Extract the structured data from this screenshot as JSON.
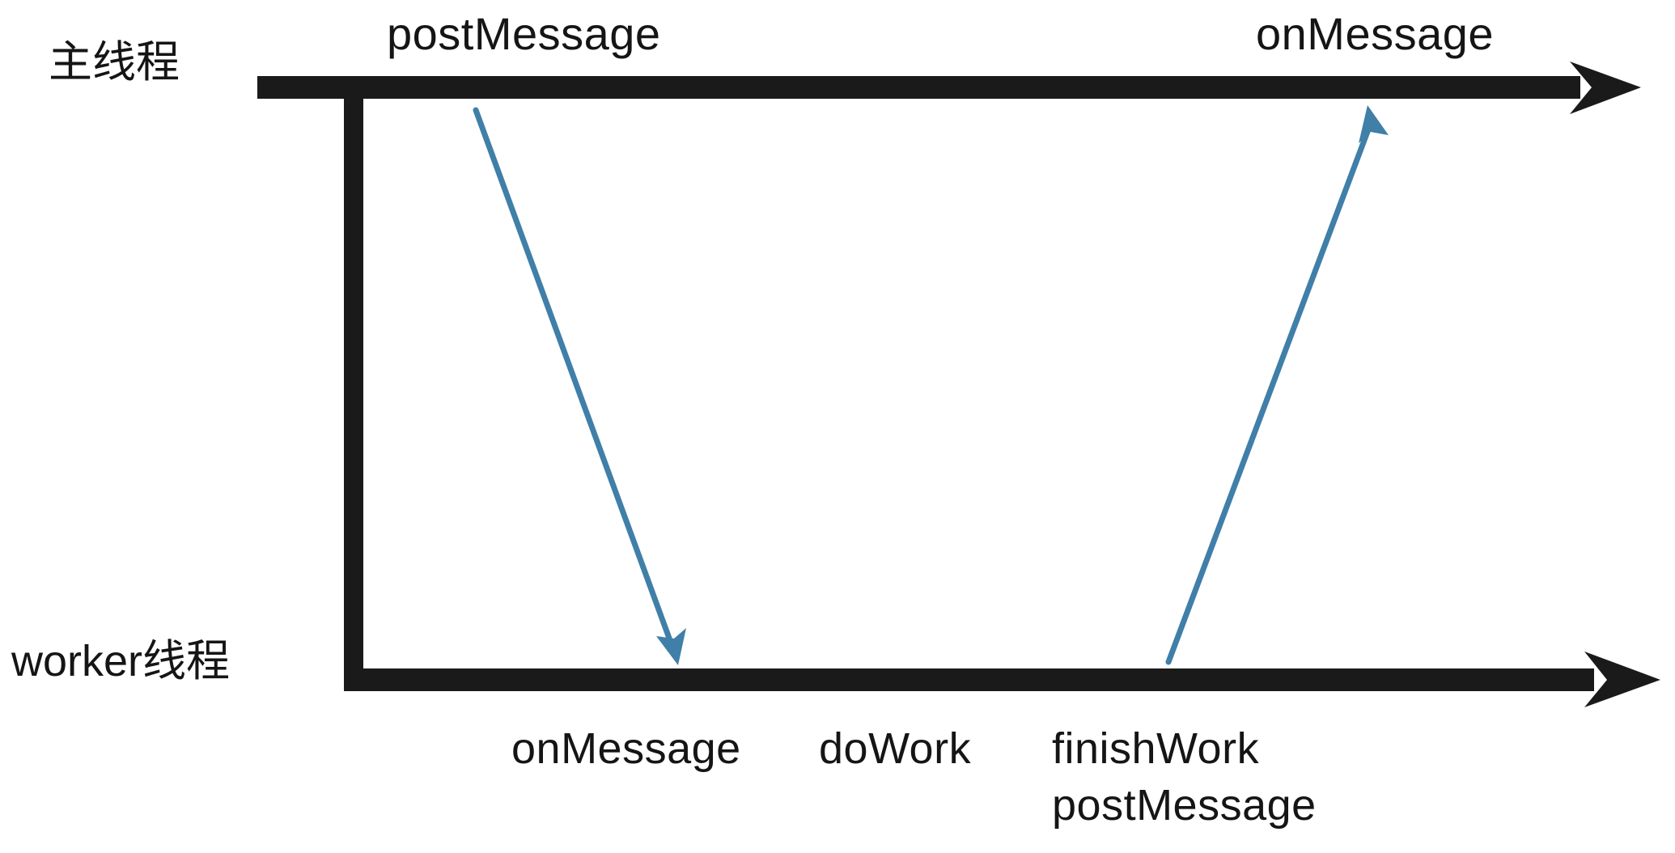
{
  "diagram": {
    "title": "Web Worker postMessage / onMessage sequence",
    "colors": {
      "timeline": "#1a1a1a",
      "message_arrow": "#3f7fa8",
      "background": "#ffffff",
      "text": "#151515"
    },
    "lanes": [
      {
        "id": "main",
        "label": "主线程"
      },
      {
        "id": "worker",
        "label": "worker线程"
      }
    ],
    "main_thread_events": [
      {
        "id": "post-message-top",
        "label": "postMessage"
      },
      {
        "id": "on-message-top",
        "label": "onMessage"
      }
    ],
    "worker_thread_events": [
      {
        "id": "on-message-worker",
        "label": "onMessage"
      },
      {
        "id": "do-work",
        "label": "doWork"
      },
      {
        "id": "finish-work",
        "label": "finishWork"
      },
      {
        "id": "post-message-worker",
        "label": "postMessage"
      }
    ],
    "messages": [
      {
        "id": "main-to-worker",
        "from": "main",
        "to": "worker",
        "direction": "down"
      },
      {
        "id": "worker-to-main",
        "from": "worker",
        "to": "main",
        "direction": "up"
      }
    ]
  }
}
